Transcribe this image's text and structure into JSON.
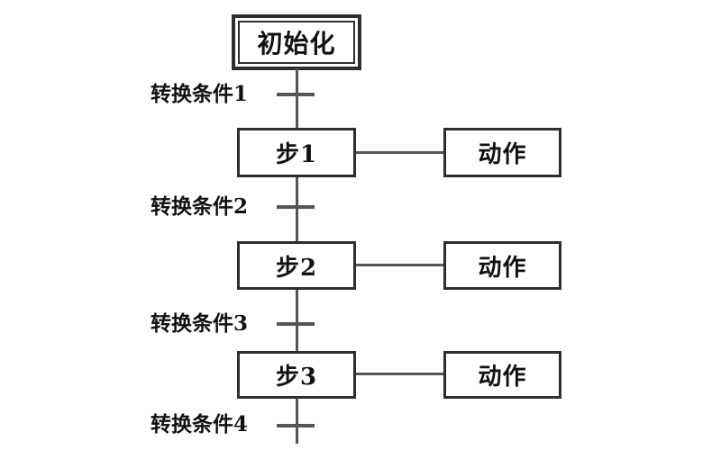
{
  "diagram": {
    "initial_step": "初始化",
    "steps": [
      {
        "name": "步1",
        "action": "动作"
      },
      {
        "name": "步2",
        "action": "动作"
      },
      {
        "name": "步3",
        "action": "动作"
      }
    ],
    "transitions": [
      "转换条件1",
      "转换条件2",
      "转换条件3",
      "转换条件4"
    ],
    "colors": {
      "background": "#ffffff",
      "line": "#555555",
      "border": "#2e2e2e",
      "text": "#111111"
    }
  }
}
